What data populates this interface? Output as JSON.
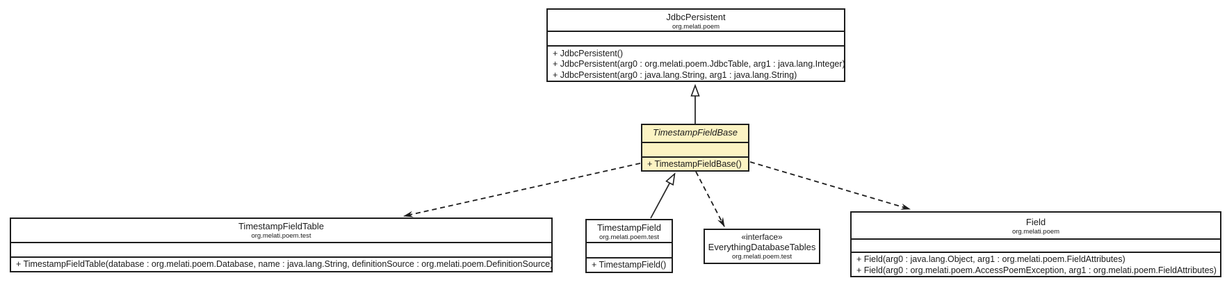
{
  "diagram": {
    "title": "UML class diagram",
    "colors": {
      "background": "#ffffff",
      "line": "#1a1a1a",
      "highlight_fill": "#fcf3c3",
      "box_fill": "#ffffff"
    },
    "classes": {
      "jdbcPersistent": {
        "name": "JdbcPersistent",
        "package": "org.melati.poem",
        "methods": [
          "+ JdbcPersistent()",
          "+ JdbcPersistent(arg0 : org.melati.poem.JdbcTable, arg1 : java.lang.Integer)",
          "+ JdbcPersistent(arg0 : java.lang.String, arg1 : java.lang.String)"
        ]
      },
      "timestampFieldBase": {
        "name": "TimestampFieldBase",
        "abstract": true,
        "methods": [
          "+ TimestampFieldBase()"
        ]
      },
      "timestampFieldTable": {
        "name": "TimestampFieldTable",
        "package": "org.melati.poem.test",
        "methods": [
          "+ TimestampFieldTable(database : org.melati.poem.Database, name : java.lang.String, definitionSource : org.melati.poem.DefinitionSource)"
        ]
      },
      "timestampField": {
        "name": "TimestampField",
        "package": "org.melati.poem.test",
        "methods": [
          "+ TimestampField()"
        ]
      },
      "everythingDatabaseTables": {
        "stereotype": "«interface»",
        "name": "EverythingDatabaseTables",
        "package": "org.melati.poem.test"
      },
      "field": {
        "name": "Field",
        "package": "org.melati.poem",
        "methods": [
          "+ Field(arg0 : java.lang.Object, arg1 : org.melati.poem.FieldAttributes)",
          "+ Field(arg0 : org.melati.poem.AccessPoemException, arg1 : org.melati.poem.FieldAttributes)"
        ]
      }
    },
    "relationships": [
      {
        "type": "generalization",
        "from": "TimestampFieldBase",
        "to": "JdbcPersistent",
        "line": "solid"
      },
      {
        "type": "generalization",
        "from": "TimestampField",
        "to": "TimestampFieldBase",
        "line": "solid"
      },
      {
        "type": "dependency",
        "from": "TimestampFieldBase",
        "to": "TimestampFieldTable",
        "line": "dashed"
      },
      {
        "type": "dependency",
        "from": "TimestampFieldBase",
        "to": "EverythingDatabaseTables",
        "line": "dashed"
      },
      {
        "type": "dependency",
        "from": "TimestampFieldBase",
        "to": "Field",
        "line": "dashed"
      }
    ]
  }
}
